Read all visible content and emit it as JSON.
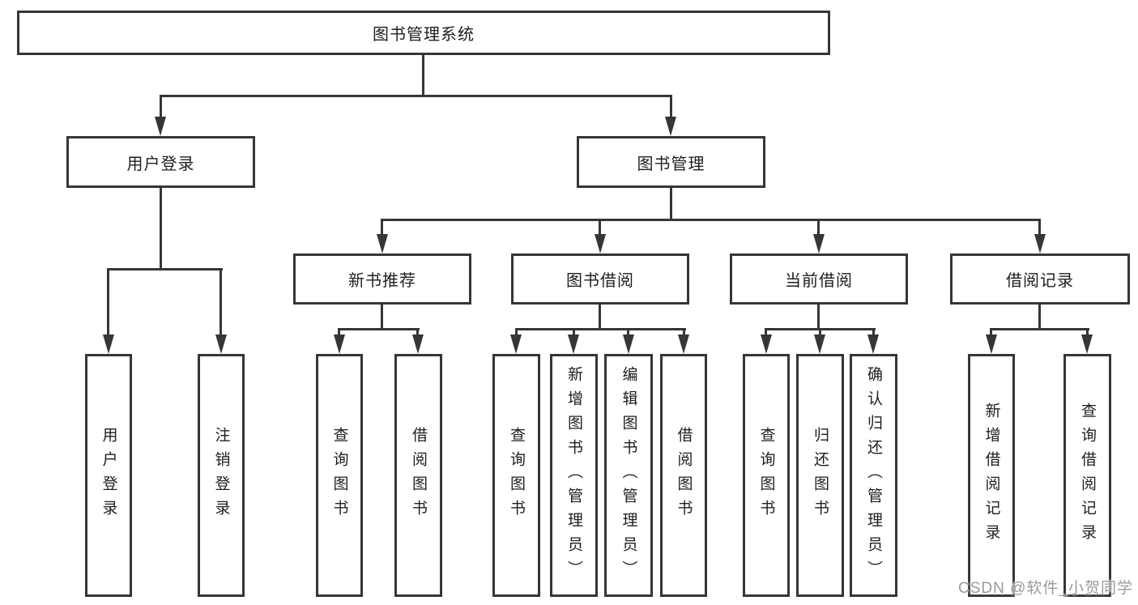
{
  "nodes": {
    "root": "图书管理系统",
    "user_login": "用户登录",
    "book_mgmt": "图书管理",
    "new_book_rec": "新书推荐",
    "book_borrow": "图书借阅",
    "current_borrow": "当前借阅",
    "borrow_record": "借阅记录",
    "leaf_user_login": "用户登录",
    "leaf_logout": "注销登录",
    "leaf_nb_query": "查询图书",
    "leaf_nb_borrow": "借阅图书",
    "leaf_bb_query": "查询图书",
    "leaf_bb_add": "新增图书（管理员）",
    "leaf_bb_edit": "编辑图书（管理员）",
    "leaf_bb_borrow": "借阅图书",
    "leaf_cb_query": "查询图书",
    "leaf_cb_return": "归还图书",
    "leaf_cb_confirm": "确认归还（管理员）",
    "leaf_br_add": "新增借阅记录",
    "leaf_br_query": "查询借阅记录"
  },
  "hierarchy": {
    "图书管理系统": [
      "用户登录",
      "图书管理"
    ],
    "用户登录": [
      "用户登录",
      "注销登录"
    ],
    "图书管理": [
      "新书推荐",
      "图书借阅",
      "当前借阅",
      "借阅记录"
    ],
    "新书推荐": [
      "查询图书",
      "借阅图书"
    ],
    "图书借阅": [
      "查询图书",
      "新增图书（管理员）",
      "编辑图书（管理员）",
      "借阅图书"
    ],
    "当前借阅": [
      "查询图书",
      "归还图书",
      "确认归还（管理员）"
    ],
    "借阅记录": [
      "新增借阅记录",
      "查询借阅记录"
    ]
  },
  "watermark": "CSDN @软件_小贺同学",
  "colors": {
    "line": "#363636",
    "text": "#1e1e1e",
    "background": "#ffffff",
    "watermark": "#9b9b9b"
  }
}
